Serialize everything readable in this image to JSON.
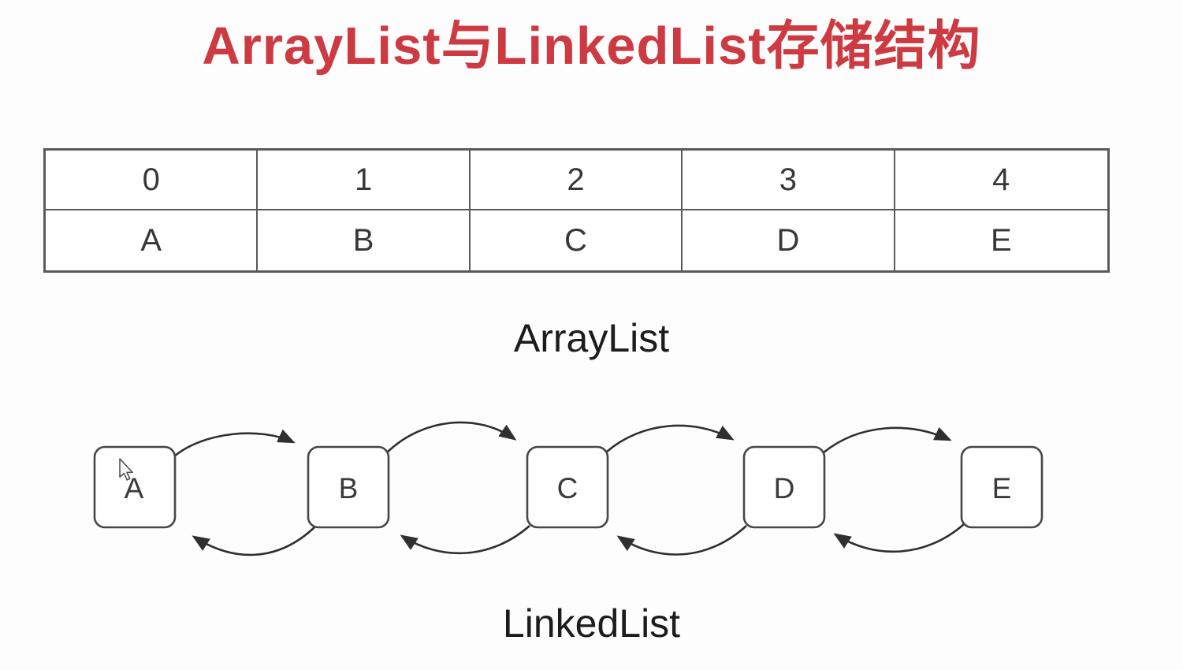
{
  "title": {
    "text": "ArrayList与LinkedList存储结构",
    "color": "#cd3a41"
  },
  "array_list": {
    "caption": "ArrayList",
    "table": {
      "index_row": [
        "0",
        "1",
        "2",
        "3",
        "4"
      ],
      "value_row": [
        "A",
        "B",
        "C",
        "D",
        "E"
      ]
    }
  },
  "linked_list": {
    "caption": "LinkedList",
    "nodes": [
      "A",
      "B",
      "C",
      "D",
      "E"
    ],
    "link_type": "doubly-linked (next and prev arrows between adjacent nodes)"
  },
  "cursor": {
    "icon": "mouse-pointer-icon",
    "position": "over node A"
  },
  "colors": {
    "title_red": "#cd3a41",
    "table_border": "#5a5a5a",
    "cell_text": "#383838",
    "node_border": "#474747",
    "arrow": "#2f2f2f",
    "label_text": "#1c1c1c",
    "background": "#fdfdfd"
  }
}
